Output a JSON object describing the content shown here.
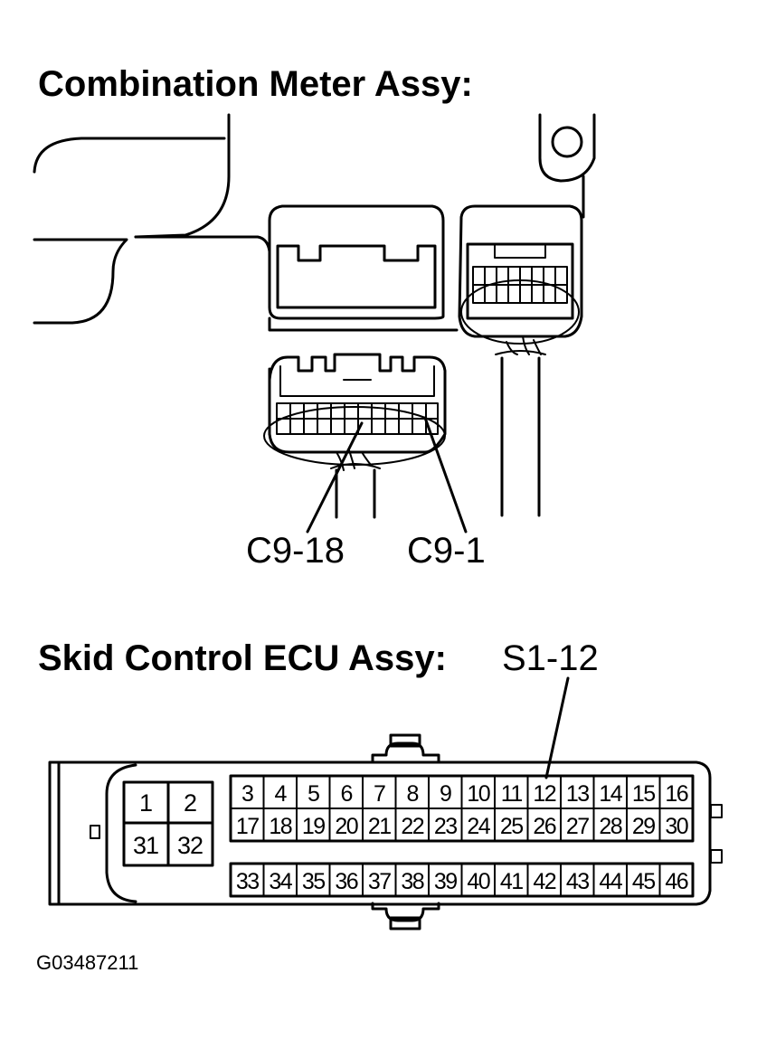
{
  "meter": {
    "title": "Combination Meter Assy:",
    "callout_left": "C9-18",
    "callout_right": "C9-1"
  },
  "ecu": {
    "title": "Skid Control ECU Assy:",
    "callout": "S1-12",
    "left_block_pins": [
      "1",
      "2",
      "31",
      "32"
    ],
    "row1_pins": [
      "3",
      "4",
      "5",
      "6",
      "7",
      "8",
      "9",
      "10",
      "11",
      "12",
      "13",
      "14",
      "15",
      "16"
    ],
    "row2_pins": [
      "17",
      "18",
      "19",
      "20",
      "21",
      "22",
      "23",
      "24",
      "25",
      "26",
      "27",
      "28",
      "29",
      "30"
    ],
    "row3_pins": [
      "33",
      "34",
      "35",
      "36",
      "37",
      "38",
      "39",
      "40",
      "41",
      "42",
      "43",
      "44",
      "45",
      "46"
    ]
  },
  "figure_id": "G03487211"
}
